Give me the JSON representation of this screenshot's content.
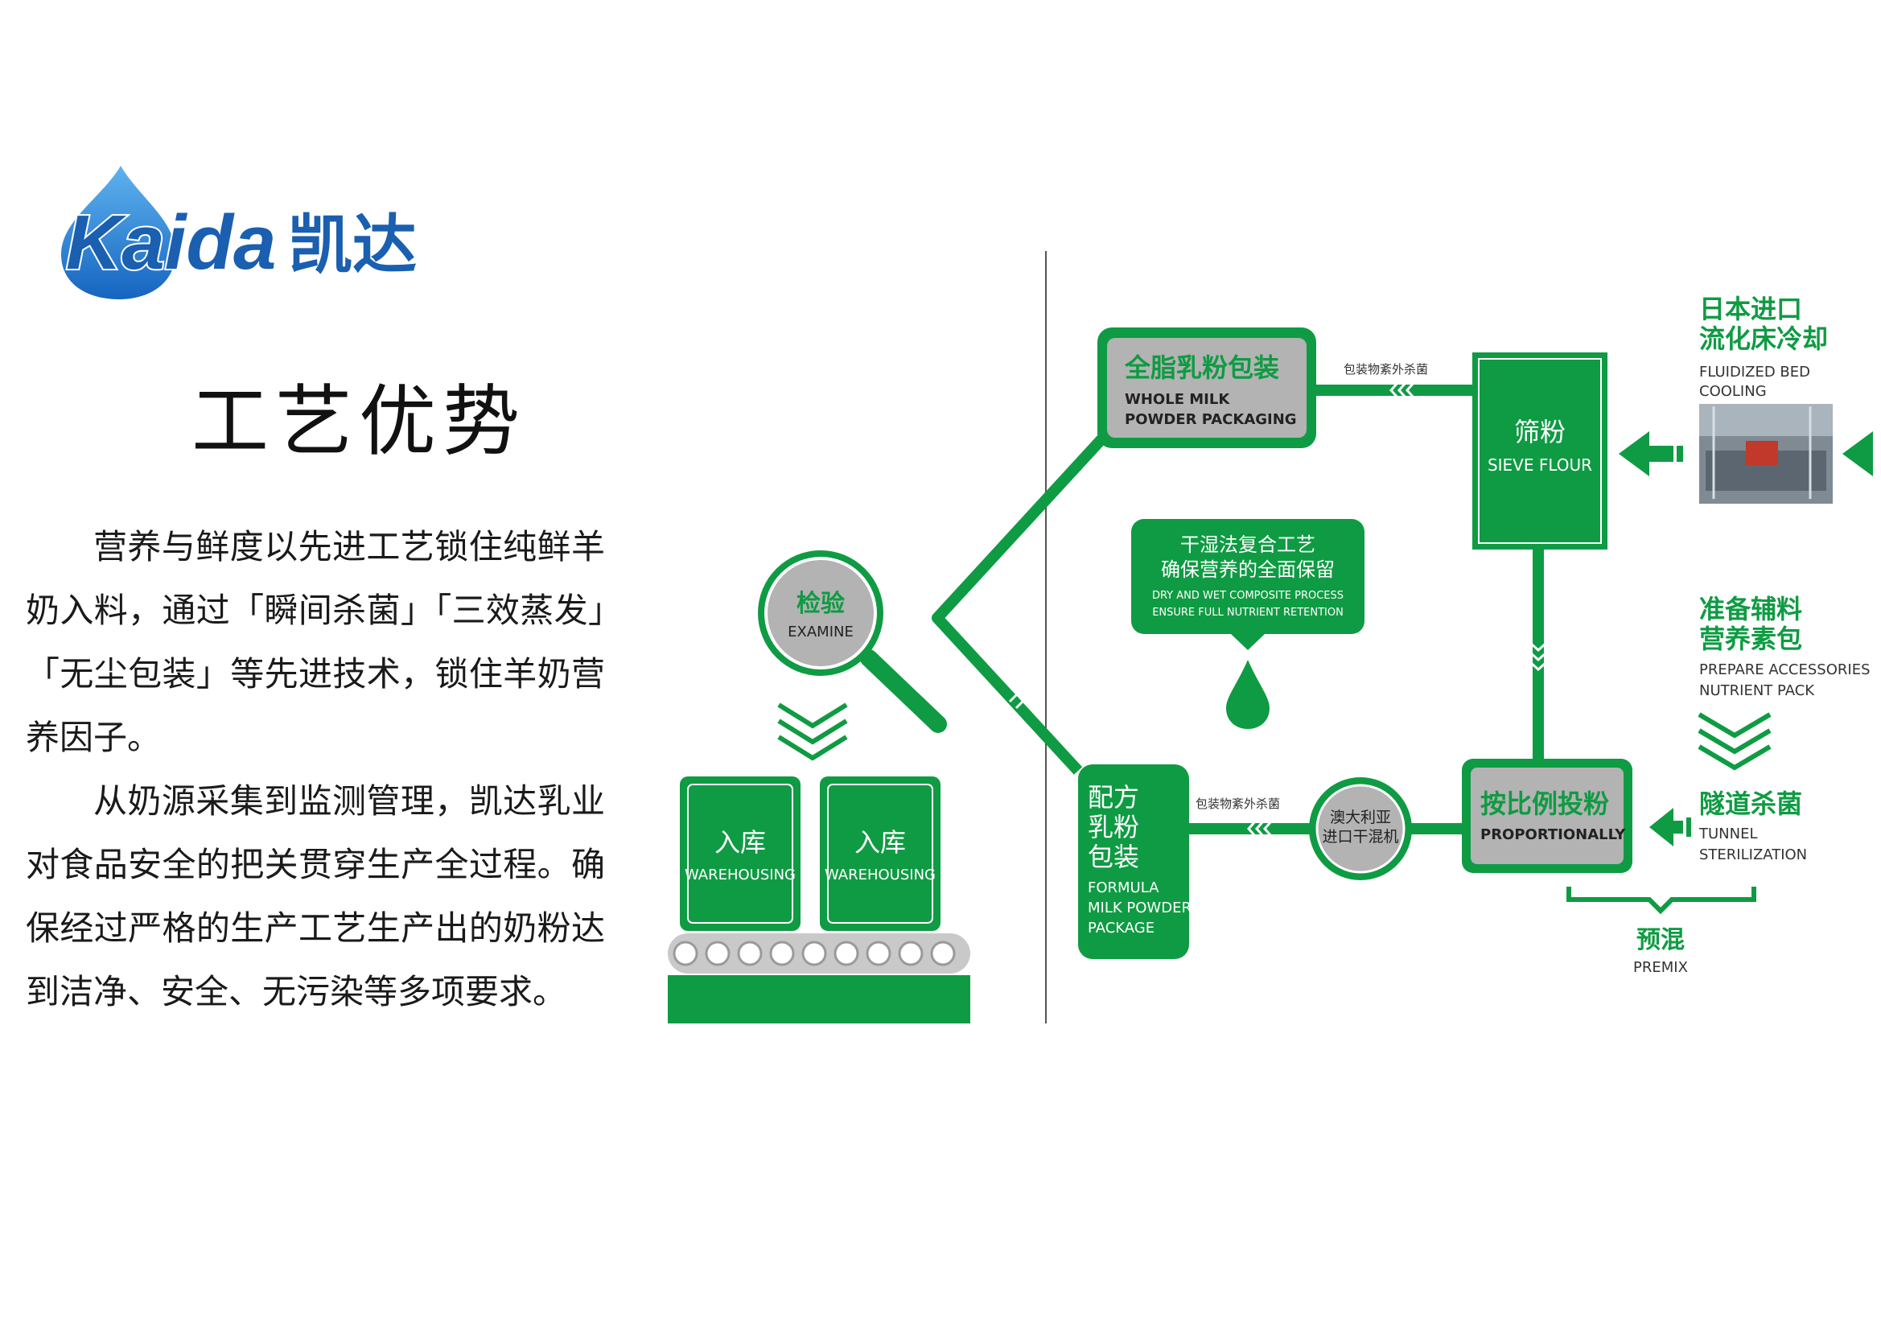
{
  "brand": {
    "logo_text": "Kaida",
    "logo_cn": "凯达"
  },
  "page": {
    "title": "工艺优势",
    "paragraphs": [
      "营养与鲜度以先进工艺锁住纯鲜羊奶入料，通过「瞬间杀菌」「三效蒸发」「无尘包装」等先进技术，锁住羊奶营养因子。",
      "从奶源采集到监测管理，凯达乳业对食品安全的把关贯穿生产全过程。确保经过严格的生产工艺生产出的奶粉达到洁净、安全、无污染等多项要求。"
    ]
  },
  "colors": {
    "green": "#0f9b43",
    "gray": "#b3b3b3",
    "blue": "#1a6fc4",
    "text": "#1a1a1a"
  },
  "diagram": {
    "whole_milk": {
      "cn": "全脂乳粉包装",
      "en1": "WHOLE MILK",
      "en2": "POWDER PACKAGING"
    },
    "sieve": {
      "cn": "筛粉",
      "en": "SIEVE FLOUR"
    },
    "fluidized": {
      "cn1": "日本进口",
      "cn2": "流化床冷却",
      "en1": "FLUIDIZED BED",
      "en2": "COOLING"
    },
    "outer_sterilize_top": "包装物紊外杀菌",
    "outer_sterilize_bottom": "包装物紊外杀菌",
    "center": {
      "cn1": "干湿法复合工艺",
      "cn2": "确保营养的全面保留",
      "en1": "DRY AND WET COMPOSITE PROCESS",
      "en2": "ENSURE FULL NUTRIENT RETENTION"
    },
    "examine": {
      "cn": "检验",
      "en": "EXAMINE"
    },
    "warehousing": [
      {
        "cn": "入库",
        "en": "WAREHOUSING"
      },
      {
        "cn": "入库",
        "en": "WAREHOUSING"
      }
    ],
    "formula": {
      "cn1": "配方",
      "cn2": "乳粉",
      "cn3": "包装",
      "en1": "FORMULA",
      "en2": "MILK POWDER",
      "en3": "PACKAGE"
    },
    "mixer": {
      "cn1": "澳大利亚",
      "cn2": "进口干混机"
    },
    "proportional": {
      "cn": "按比例投粉",
      "en": "PROPORTIONALLY"
    },
    "prepare": {
      "cn1": "准备辅料",
      "cn2": "营养素包",
      "en1": "PREPARE ACCESSORIES",
      "en2": "NUTRIENT PACK"
    },
    "tunnel": {
      "cn": "隧道杀菌",
      "en1": "TUNNEL",
      "en2": "STERILIZATION"
    },
    "premix": {
      "cn": "预混",
      "en": "PREMIX"
    }
  }
}
